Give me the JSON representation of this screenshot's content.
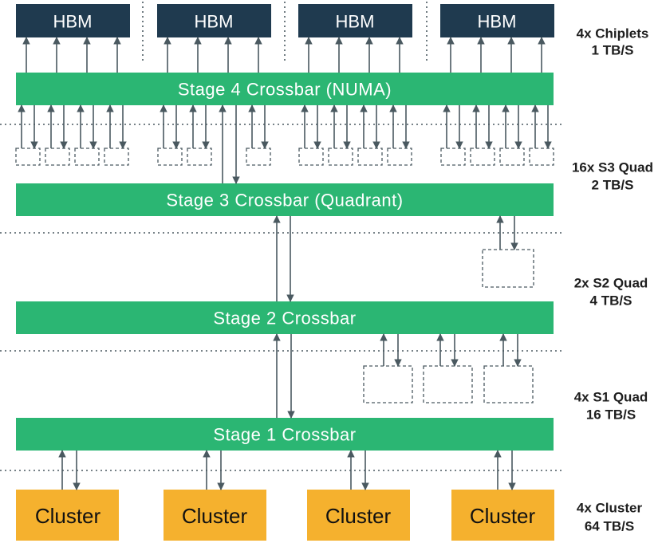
{
  "colors": {
    "hbm": "#1f3a4f",
    "crossbar": "#2bb673",
    "cluster": "#f5b12e",
    "line": "#4a5960"
  },
  "hbm_blocks": [
    "HBM",
    "HBM",
    "HBM",
    "HBM"
  ],
  "crossbars": {
    "stage4": "Stage 4 Crossbar (NUMA)",
    "stage3": "Stage 3 Crossbar (Quadrant)",
    "stage2": "Stage 2 Crossbar",
    "stage1": "Stage 1 Crossbar"
  },
  "clusters": [
    "Cluster",
    "Cluster",
    "Cluster",
    "Cluster"
  ],
  "levels": {
    "chiplets": {
      "count": "4x Chiplets",
      "bandwidth": "1 TB/S"
    },
    "s3": {
      "count": "16x S3 Quad",
      "bandwidth": "2 TB/S"
    },
    "s2": {
      "count": "2x S2 Quad",
      "bandwidth": "4 TB/S"
    },
    "s1": {
      "count": "4x S1 Quad",
      "bandwidth": "16 TB/S"
    },
    "cluster": {
      "count": "4x Cluster",
      "bandwidth": "64 TB/S"
    }
  }
}
